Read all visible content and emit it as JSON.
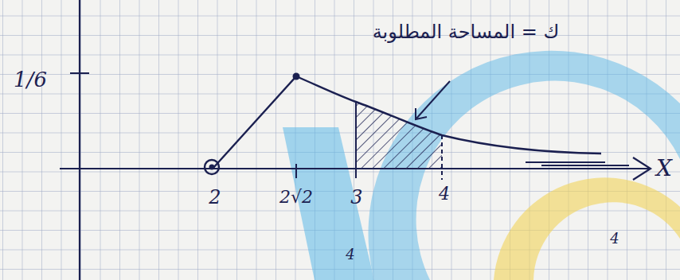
{
  "diagram": {
    "labels": [
      "ك = المساحة المطلوبة",
      "1/6",
      "2",
      "2√2",
      "3",
      "4",
      "X",
      "4",
      "4"
    ]
  }
}
